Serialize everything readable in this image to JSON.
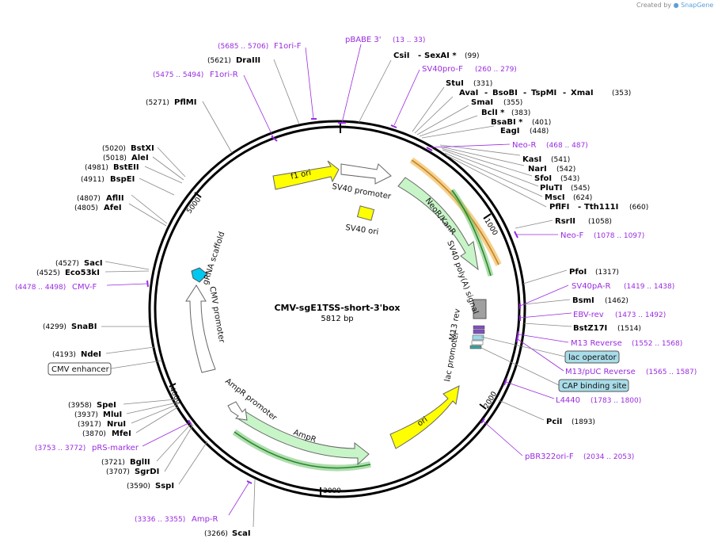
{
  "credit": {
    "prefix": "Created by",
    "brand": "SnapGene"
  },
  "plasmid": {
    "name": "CMV-sgE1TSS-short-3'box",
    "length_label": "5812 bp",
    "length": 5812
  },
  "ticks": [
    "1000",
    "2000",
    "3000",
    "4000",
    "5000"
  ],
  "sites": [
    {
      "name": "CsiI",
      "pos": "(99)"
    },
    {
      "name": "SexAI *",
      "pos": ""
    },
    {
      "name": "StuI",
      "pos": "(331)"
    },
    {
      "name": "AvaI",
      "pos": ""
    },
    {
      "name": "BsoBI",
      "pos": ""
    },
    {
      "name": "TspMI",
      "pos": ""
    },
    {
      "name": "XmaI",
      "pos": "(353)"
    },
    {
      "name": "SmaI",
      "pos": "(355)"
    },
    {
      "name": "BclI *",
      "pos": "(383)"
    },
    {
      "name": "BsaBI *",
      "pos": "(401)"
    },
    {
      "name": "EagI",
      "pos": "(448)"
    },
    {
      "name": "KasI",
      "pos": "(541)"
    },
    {
      "name": "NarI",
      "pos": "(542)"
    },
    {
      "name": "SfoI",
      "pos": "(543)"
    },
    {
      "name": "PluTI",
      "pos": "(545)"
    },
    {
      "name": "MscI",
      "pos": "(624)"
    },
    {
      "name": "PflFI",
      "pos": ""
    },
    {
      "name": "Tth111I",
      "pos": "(660)"
    },
    {
      "name": "RsrII",
      "pos": "(1058)"
    },
    {
      "name": "PfoI",
      "pos": "(1317)"
    },
    {
      "name": "BsmI",
      "pos": "(1462)"
    },
    {
      "name": "BstZ17I",
      "pos": "(1514)"
    },
    {
      "name": "PciI",
      "pos": "(1893)"
    },
    {
      "name": "ScaI",
      "pos": "(3266)"
    },
    {
      "name": "SspI",
      "pos": "(3590)"
    },
    {
      "name": "SgrDI",
      "pos": "(3707)"
    },
    {
      "name": "BglII",
      "pos": "(3721)"
    },
    {
      "name": "MfeI",
      "pos": "(3870)"
    },
    {
      "name": "NruI",
      "pos": "(3917)"
    },
    {
      "name": "MluI",
      "pos": "(3937)"
    },
    {
      "name": "SpeI",
      "pos": "(3958)"
    },
    {
      "name": "NdeI",
      "pos": "(4193)"
    },
    {
      "name": "SnaBI",
      "pos": "(4299)"
    },
    {
      "name": "Eco53kI",
      "pos": "(4525)"
    },
    {
      "name": "SacI",
      "pos": "(4527)"
    },
    {
      "name": "AfeI",
      "pos": "(4805)"
    },
    {
      "name": "AflII",
      "pos": "(4807)"
    },
    {
      "name": "BspEI",
      "pos": "(4911)"
    },
    {
      "name": "BstEII",
      "pos": "(4981)"
    },
    {
      "name": "AleI",
      "pos": "(5018)"
    },
    {
      "name": "BstXI",
      "pos": "(5020)"
    },
    {
      "name": "PflMI",
      "pos": "(5271)"
    },
    {
      "name": "DraIII",
      "pos": "(5621)"
    }
  ],
  "primers": [
    {
      "name": "pBABE 3'",
      "pos": "(13 .. 33)"
    },
    {
      "name": "SV40pro-F",
      "pos": "(260 .. 279)"
    },
    {
      "name": "Neo-R",
      "pos": "(468 .. 487)"
    },
    {
      "name": "Neo-F",
      "pos": "(1078 .. 1097)"
    },
    {
      "name": "SV40pA-R",
      "pos": "(1419 .. 1438)"
    },
    {
      "name": "EBV-rev",
      "pos": "(1473 .. 1492)"
    },
    {
      "name": "M13 Reverse",
      "pos": "(1552 .. 1568)"
    },
    {
      "name": "M13/pUC Reverse",
      "pos": "(1565 .. 1587)"
    },
    {
      "name": "L4440",
      "pos": "(1783 .. 1800)"
    },
    {
      "name": "pBR322ori-F",
      "pos": "(2034 .. 2053)"
    },
    {
      "name": "Amp-R",
      "pos": "(3336 .. 3355)"
    },
    {
      "name": "pRS-marker",
      "pos": "(3753 .. 3772)"
    },
    {
      "name": "CMV-F",
      "pos": "(4478 .. 4498)"
    },
    {
      "name": "F1ori-R",
      "pos": "(5475 .. 5494)"
    },
    {
      "name": "F1ori-F",
      "pos": "(5685 .. 5706)"
    }
  ],
  "boxed_labels": [
    "lac operator",
    "CAP binding site",
    "CMV enhancer"
  ],
  "features": [
    {
      "name": "f1 ori",
      "color": "#ffff00"
    },
    {
      "name": "SV40 promoter",
      "color": "#ffffff"
    },
    {
      "name": "SV40 ori",
      "color": "#ffff00"
    },
    {
      "name": "NeoR/KanR",
      "color": "#c8f5c8"
    },
    {
      "name": "SV40 poly(A) signal",
      "color": "#a0a0a0"
    },
    {
      "name": "M13 rev",
      "color": "#8050c0"
    },
    {
      "name": "lac promoter",
      "color": "#ffffff"
    },
    {
      "name": "ori",
      "color": "#ffff00"
    },
    {
      "name": "AmpR",
      "color": "#c8f5c8"
    },
    {
      "name": "AmpR promoter",
      "color": "#ffffff"
    },
    {
      "name": "CMV promoter",
      "color": "#ffffff"
    },
    {
      "name": "gRNA scaffold",
      "color": "#00c8f0"
    }
  ],
  "colors": {
    "primer": "#9a2be0",
    "site": "#000000",
    "orf_highlight": "#f0b040",
    "orf_strand": "#208a20",
    "box_fill": "#a8dce8"
  }
}
